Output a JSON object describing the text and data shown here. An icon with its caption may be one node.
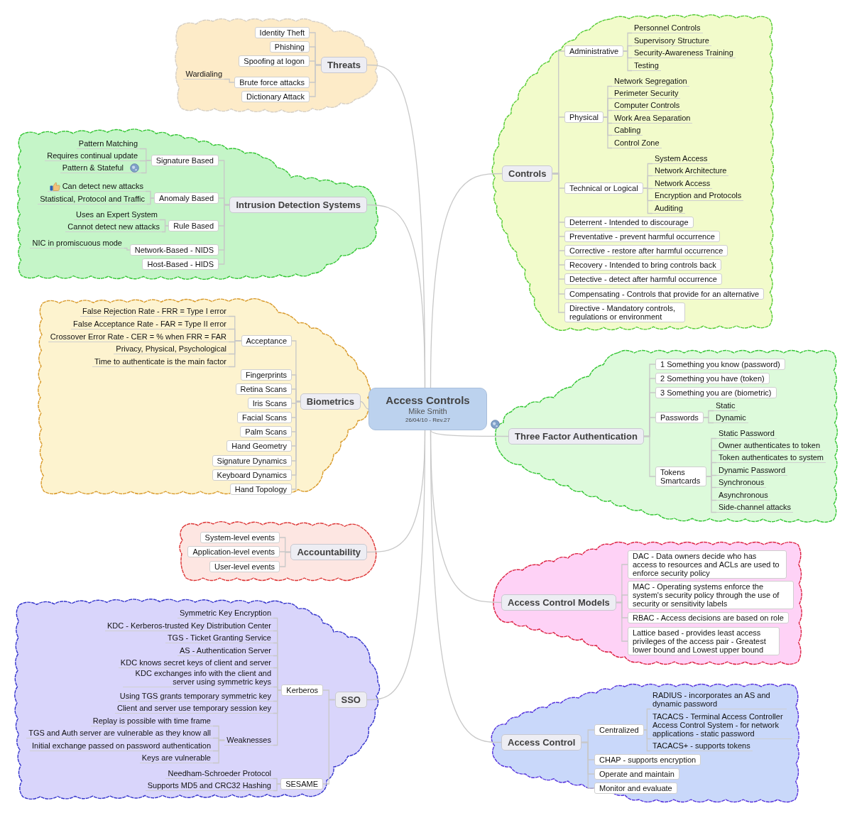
{
  "diagram": {
    "nodes": [
      {
        "text": [
          "Access Controls",
          "Mike Smith",
          "26/04/10 - Rev.27"
        ]
      },
      {
        "text": [],
        "shape": "cloud"
      },
      {
        "text": [
          "Threats"
        ],
        "in": 1
      },
      {
        "text": [
          "Identity Theft"
        ],
        "in": 1
      },
      {
        "text": [
          "Phishing"
        ],
        "in": 1
      },
      {
        "text": [
          "Spoofing at logon"
        ],
        "in": 1
      },
      {
        "text": [
          "Brute force attacks"
        ],
        "in": 1
      },
      {
        "text": [
          "Wardialing"
        ],
        "in": 1
      },
      {
        "text": [
          "Dictionary Attack"
        ],
        "in": 1
      },
      {
        "text": [],
        "shape": "cloud"
      },
      {
        "text": [
          "Intrusion Detection Systems"
        ],
        "in": 9
      },
      {
        "text": [
          "Signature Based"
        ],
        "in": 9
      },
      {
        "text": [
          "Pattern Matching"
        ],
        "in": 9
      },
      {
        "text": [
          "Requires continual update"
        ],
        "in": 9
      },
      {
        "text": [
          "Pattern & Stateful"
        ],
        "in": 9
      },
      {
        "text": [
          "Anomaly Based"
        ],
        "in": 9
      },
      {
        "text": [
          "Can detect new attacks"
        ],
        "in": 9
      },
      {
        "text": [
          "Statistical, Protocol and Traffic"
        ],
        "in": 9
      },
      {
        "text": [
          "Rule Based"
        ],
        "in": 9
      },
      {
        "text": [
          "Uses an Expert System"
        ],
        "in": 9
      },
      {
        "text": [
          "Cannot detect new attacks"
        ],
        "in": 9
      },
      {
        "text": [
          "Network-Based - NIDS"
        ],
        "in": 9
      },
      {
        "text": [
          "NIC in promiscuous mode"
        ],
        "in": 9
      },
      {
        "text": [
          "Host-Based - HIDS"
        ],
        "in": 9
      },
      {
        "text": [],
        "shape": "cloud"
      },
      {
        "text": [
          "Biometrics"
        ],
        "in": 24
      },
      {
        "text": [
          "Acceptance"
        ],
        "in": 24
      },
      {
        "text": [
          "False Rejection Rate - FRR = Type I error"
        ],
        "in": 24
      },
      {
        "text": [
          "False Acceptance Rate - FAR = Type II error"
        ],
        "in": 24
      },
      {
        "text": [
          "Crossover Error Rate - CER = % when FRR = FAR"
        ],
        "in": 24
      },
      {
        "text": [
          "Privacy, Physical, Psychological"
        ],
        "in": 24
      },
      {
        "text": [
          "Time to authenticate is the main factor"
        ],
        "in": 24
      },
      {
        "text": [
          "Fingerprints"
        ],
        "in": 24
      },
      {
        "text": [
          "Retina Scans"
        ],
        "in": 24
      },
      {
        "text": [
          "Iris Scans"
        ],
        "in": 24
      },
      {
        "text": [
          "Facial Scans"
        ],
        "in": 24
      },
      {
        "text": [
          "Palm Scans"
        ],
        "in": 24
      },
      {
        "text": [
          "Hand Geometry"
        ],
        "in": 24
      },
      {
        "text": [
          "Signature Dynamics"
        ],
        "in": 24
      },
      {
        "text": [
          "Keyboard Dynamics"
        ],
        "in": 24
      },
      {
        "text": [
          "Hand Topology"
        ],
        "in": 24
      },
      {
        "text": [],
        "shape": "cloud"
      },
      {
        "text": [
          "Accountability"
        ],
        "in": 41
      },
      {
        "text": [
          "System-level events"
        ],
        "in": 41
      },
      {
        "text": [
          "Application-level events"
        ],
        "in": 41
      },
      {
        "text": [
          "User-level events"
        ],
        "in": 41
      },
      {
        "text": [],
        "shape": "cloud"
      },
      {
        "text": [
          "SSO"
        ],
        "in": 46
      },
      {
        "text": [
          "Kerberos"
        ],
        "in": 46
      },
      {
        "text": [
          "Symmetric Key Encryption"
        ],
        "in": 46
      },
      {
        "text": [
          "KDC - Kerberos-trusted Key Distribution Center"
        ],
        "in": 46
      },
      {
        "text": [
          "TGS - Ticket Granting Service"
        ],
        "in": 46
      },
      {
        "text": [
          "AS - Authentication Server"
        ],
        "in": 46
      },
      {
        "text": [
          "KDC knows secret keys of client and server"
        ],
        "in": 46
      },
      {
        "text": [
          "KDC exchanges info with the client and server using symmetric keys"
        ],
        "in": 46
      },
      {
        "text": [
          "Using TGS grants temporary symmetric key"
        ],
        "in": 46
      },
      {
        "text": [
          "Client and server use temporary session key"
        ],
        "in": 46
      },
      {
        "text": [
          "Weaknesses"
        ],
        "in": 46
      },
      {
        "text": [
          "Replay is possible with time frame"
        ],
        "in": 46
      },
      {
        "text": [
          "TGS and Auth server are vulnerable as they know all"
        ],
        "in": 46
      },
      {
        "text": [
          "Initial exchange passed on password authentication"
        ],
        "in": 46
      },
      {
        "text": [
          "Keys are vulnerable"
        ],
        "in": 46
      },
      {
        "text": [
          "SESAME"
        ],
        "in": 46
      },
      {
        "text": [
          "Needham-Schroeder Protocol"
        ],
        "in": 46
      },
      {
        "text": [
          "Supports MD5 and CRC32 Hashing"
        ],
        "in": 46
      },
      {
        "text": [],
        "shape": "cloud"
      },
      {
        "text": [
          "Controls"
        ],
        "in": 65
      },
      {
        "text": [
          "Administrative"
        ],
        "in": 65
      },
      {
        "text": [
          "Personnel Controls"
        ],
        "in": 65
      },
      {
        "text": [
          "Supervisory Structure"
        ],
        "in": 65
      },
      {
        "text": [
          "Security-Awareness Training"
        ],
        "in": 65
      },
      {
        "text": [
          "Testing"
        ],
        "in": 65
      },
      {
        "text": [
          "Physical"
        ],
        "in": 65
      },
      {
        "text": [
          "Network Segregation"
        ],
        "in": 65
      },
      {
        "text": [
          "Perimeter Security"
        ],
        "in": 65
      },
      {
        "text": [
          "Computer Controls"
        ],
        "in": 65
      },
      {
        "text": [
          "Work Area Separation"
        ],
        "in": 65
      },
      {
        "text": [
          "Cabling"
        ],
        "in": 65
      },
      {
        "text": [
          "Control Zone"
        ],
        "in": 65
      },
      {
        "text": [
          "Technical or Logical"
        ],
        "in": 65
      },
      {
        "text": [
          "System Access"
        ],
        "in": 65
      },
      {
        "text": [
          "Network Architecture"
        ],
        "in": 65
      },
      {
        "text": [
          "Network Access"
        ],
        "in": 65
      },
      {
        "text": [
          "Encryption and Protocols"
        ],
        "in": 65
      },
      {
        "text": [
          "Auditing"
        ],
        "in": 65
      },
      {
        "text": [
          "Deterrent - Intended to discourage"
        ],
        "in": 65
      },
      {
        "text": [
          "Preventative - prevent harmful occurrence"
        ],
        "in": 65
      },
      {
        "text": [
          "Corrective - restore after harmful occurrence"
        ],
        "in": 65
      },
      {
        "text": [
          "Recovery - Intended to bring controls back"
        ],
        "in": 65
      },
      {
        "text": [
          "Detective - detect after harmful occurrence"
        ],
        "in": 65
      },
      {
        "text": [
          "Compensating - Controls that provide for an alternative"
        ],
        "in": 65
      },
      {
        "text": [
          "Directive - Mandatory controls, regulations or environment"
        ],
        "in": 65
      },
      {
        "text": [],
        "shape": "cloud"
      },
      {
        "text": [
          "Three Factor Authentication"
        ],
        "in": 92
      },
      {
        "text": [
          "1 Something you know (password)"
        ],
        "in": 92
      },
      {
        "text": [
          "2 Something you have (token)"
        ],
        "in": 92
      },
      {
        "text": [
          "3 Something you are (biometric)"
        ],
        "in": 92
      },
      {
        "text": [
          "Passwords"
        ],
        "in": 92
      },
      {
        "text": [
          "Static"
        ],
        "in": 92
      },
      {
        "text": [
          "Dynamic"
        ],
        "in": 92
      },
      {
        "text": [
          "Tokens Smartcards"
        ],
        "in": 92
      },
      {
        "text": [
          "Static Password"
        ],
        "in": 92
      },
      {
        "text": [
          "Owner authenticates to token"
        ],
        "in": 92
      },
      {
        "text": [
          "Token authenticates to system"
        ],
        "in": 92
      },
      {
        "text": [
          "Dynamic Password"
        ],
        "in": 92
      },
      {
        "text": [
          "Synchronous"
        ],
        "in": 92
      },
      {
        "text": [
          "Asynchronous"
        ],
        "in": 92
      },
      {
        "text": [
          "Side-channel attacks"
        ],
        "in": 92
      },
      {
        "text": [],
        "shape": "cloud"
      },
      {
        "text": [
          "Access Control Models"
        ],
        "in": 108
      },
      {
        "text": [
          "DAC - Data owners decide who has access to resources and ACLs are used to enforce security policy"
        ],
        "in": 108
      },
      {
        "text": [
          "MAC - Operating systems enforce the system's security policy through the use of security or sensitivity labels"
        ],
        "in": 108
      },
      {
        "text": [
          "RBAC - Access decisions are based on role"
        ],
        "in": 108
      },
      {
        "text": [
          "Lattice based - provides least access privileges of the access pair - Greatest lower bound and Lowest upper bound"
        ],
        "in": 108
      },
      {
        "text": [],
        "shape": "cloud"
      },
      {
        "text": [
          "Access Control"
        ],
        "in": 114
      },
      {
        "text": [
          "Centralized"
        ],
        "in": 114
      },
      {
        "text": [
          "RADIUS - incorporates an AS and dynamic password"
        ],
        "in": 114
      },
      {
        "text": [
          "TACACS - Terminal Access Controller Access Control System - for network applications - static password"
        ],
        "in": 114
      },
      {
        "text": [
          "TACACS+ - supports tokens"
        ],
        "in": 114
      },
      {
        "text": [
          "CHAP - supports encryption"
        ],
        "in": 114
      },
      {
        "text": [
          "Operate and maintain"
        ],
        "in": 114
      },
      {
        "text": [
          "Monitor and evaluate"
        ],
        "in": 114
      }
    ],
    "edges": [
      {
        "from": 0,
        "to": 2,
        "arrow": "none"
      },
      {
        "from": 2,
        "to": 3,
        "arrow": "none"
      },
      {
        "from": 2,
        "to": 4,
        "arrow": "none"
      },
      {
        "from": 2,
        "to": 5,
        "arrow": "none"
      },
      {
        "from": 2,
        "to": 6,
        "arrow": "none"
      },
      {
        "from": 6,
        "to": 7,
        "arrow": "none"
      },
      {
        "from": 2,
        "to": 8,
        "arrow": "none"
      },
      {
        "from": 0,
        "to": 10,
        "arrow": "none"
      },
      {
        "from": 10,
        "to": 11,
        "arrow": "none"
      },
      {
        "from": 11,
        "to": 12,
        "arrow": "none"
      },
      {
        "from": 11,
        "to": 13,
        "arrow": "none"
      },
      {
        "from": 11,
        "to": 14,
        "arrow": "none"
      },
      {
        "from": 10,
        "to": 15,
        "arrow": "none"
      },
      {
        "from": 15,
        "to": 16,
        "arrow": "none"
      },
      {
        "from": 15,
        "to": 17,
        "arrow": "none"
      },
      {
        "from": 10,
        "to": 18,
        "arrow": "none"
      },
      {
        "from": 18,
        "to": 19,
        "arrow": "none"
      },
      {
        "from": 18,
        "to": 20,
        "arrow": "none"
      },
      {
        "from": 10,
        "to": 21,
        "arrow": "none"
      },
      {
        "from": 21,
        "to": 22,
        "arrow": "none"
      },
      {
        "from": 10,
        "to": 23,
        "arrow": "none"
      },
      {
        "from": 0,
        "to": 25,
        "arrow": "none"
      },
      {
        "from": 25,
        "to": 26,
        "arrow": "none"
      },
      {
        "from": 26,
        "to": 27,
        "arrow": "none"
      },
      {
        "from": 26,
        "to": 28,
        "arrow": "none"
      },
      {
        "from": 26,
        "to": 29,
        "arrow": "none"
      },
      {
        "from": 26,
        "to": 30,
        "arrow": "none"
      },
      {
        "from": 26,
        "to": 31,
        "arrow": "none"
      },
      {
        "from": 25,
        "to": 32,
        "arrow": "none"
      },
      {
        "from": 25,
        "to": 33,
        "arrow": "none"
      },
      {
        "from": 25,
        "to": 34,
        "arrow": "none"
      },
      {
        "from": 25,
        "to": 35,
        "arrow": "none"
      },
      {
        "from": 25,
        "to": 36,
        "arrow": "none"
      },
      {
        "from": 25,
        "to": 37,
        "arrow": "none"
      },
      {
        "from": 25,
        "to": 38,
        "arrow": "none"
      },
      {
        "from": 25,
        "to": 39,
        "arrow": "none"
      },
      {
        "from": 25,
        "to": 40,
        "arrow": "none"
      },
      {
        "from": 0,
        "to": 42,
        "arrow": "none"
      },
      {
        "from": 42,
        "to": 43,
        "arrow": "none"
      },
      {
        "from": 42,
        "to": 44,
        "arrow": "none"
      },
      {
        "from": 42,
        "to": 45,
        "arrow": "none"
      },
      {
        "from": 0,
        "to": 47,
        "arrow": "none"
      },
      {
        "from": 47,
        "to": 48,
        "arrow": "none"
      },
      {
        "from": 48,
        "to": 49,
        "arrow": "none"
      },
      {
        "from": 48,
        "to": 50,
        "arrow": "none"
      },
      {
        "from": 48,
        "to": 51,
        "arrow": "none"
      },
      {
        "from": 48,
        "to": 52,
        "arrow": "none"
      },
      {
        "from": 48,
        "to": 53,
        "arrow": "none"
      },
      {
        "from": 48,
        "to": 54,
        "arrow": "none"
      },
      {
        "from": 48,
        "to": 55,
        "arrow": "none"
      },
      {
        "from": 48,
        "to": 56,
        "arrow": "none"
      },
      {
        "from": 48,
        "to": 57,
        "arrow": "none"
      },
      {
        "from": 57,
        "to": 58,
        "arrow": "none"
      },
      {
        "from": 57,
        "to": 59,
        "arrow": "none"
      },
      {
        "from": 57,
        "to": 60,
        "arrow": "none"
      },
      {
        "from": 57,
        "to": 61,
        "arrow": "none"
      },
      {
        "from": 47,
        "to": 62,
        "arrow": "none"
      },
      {
        "from": 62,
        "to": 63,
        "arrow": "none"
      },
      {
        "from": 62,
        "to": 64,
        "arrow": "none"
      },
      {
        "from": 0,
        "to": 66,
        "arrow": "none"
      },
      {
        "from": 66,
        "to": 67,
        "arrow": "none"
      },
      {
        "from": 67,
        "to": 68,
        "arrow": "none"
      },
      {
        "from": 67,
        "to": 69,
        "arrow": "none"
      },
      {
        "from": 67,
        "to": 70,
        "arrow": "none"
      },
      {
        "from": 67,
        "to": 71,
        "arrow": "none"
      },
      {
        "from": 66,
        "to": 72,
        "arrow": "none"
      },
      {
        "from": 72,
        "to": 73,
        "arrow": "none"
      },
      {
        "from": 72,
        "to": 74,
        "arrow": "none"
      },
      {
        "from": 72,
        "to": 75,
        "arrow": "none"
      },
      {
        "from": 72,
        "to": 76,
        "arrow": "none"
      },
      {
        "from": 72,
        "to": 77,
        "arrow": "none"
      },
      {
        "from": 72,
        "to": 78,
        "arrow": "none"
      },
      {
        "from": 66,
        "to": 79,
        "arrow": "none"
      },
      {
        "from": 79,
        "to": 80,
        "arrow": "none"
      },
      {
        "from": 79,
        "to": 81,
        "arrow": "none"
      },
      {
        "from": 79,
        "to": 82,
        "arrow": "none"
      },
      {
        "from": 79,
        "to": 83,
        "arrow": "none"
      },
      {
        "from": 79,
        "to": 84,
        "arrow": "none"
      },
      {
        "from": 66,
        "to": 85,
        "arrow": "none"
      },
      {
        "from": 66,
        "to": 86,
        "arrow": "none"
      },
      {
        "from": 66,
        "to": 87,
        "arrow": "none"
      },
      {
        "from": 66,
        "to": 88,
        "arrow": "none"
      },
      {
        "from": 66,
        "to": 89,
        "arrow": "none"
      },
      {
        "from": 66,
        "to": 90,
        "arrow": "none"
      },
      {
        "from": 66,
        "to": 91,
        "arrow": "none"
      },
      {
        "from": 0,
        "to": 93,
        "arrow": "none"
      },
      {
        "from": 93,
        "to": 94,
        "arrow": "none"
      },
      {
        "from": 93,
        "to": 95,
        "arrow": "none"
      },
      {
        "from": 93,
        "to": 96,
        "arrow": "none"
      },
      {
        "from": 93,
        "to": 97,
        "arrow": "none"
      },
      {
        "from": 97,
        "to": 98,
        "arrow": "none"
      },
      {
        "from": 97,
        "to": 99,
        "arrow": "none"
      },
      {
        "from": 93,
        "to": 100,
        "arrow": "none"
      },
      {
        "from": 100,
        "to": 101,
        "arrow": "none"
      },
      {
        "from": 100,
        "to": 102,
        "arrow": "none"
      },
      {
        "from": 100,
        "to": 103,
        "arrow": "none"
      },
      {
        "from": 100,
        "to": 104,
        "arrow": "none"
      },
      {
        "from": 100,
        "to": 105,
        "arrow": "none"
      },
      {
        "from": 100,
        "to": 106,
        "arrow": "none"
      },
      {
        "from": 100,
        "to": 107,
        "arrow": "none"
      },
      {
        "from": 0,
        "to": 109,
        "arrow": "none"
      },
      {
        "from": 109,
        "to": 110,
        "arrow": "none"
      },
      {
        "from": 109,
        "to": 111,
        "arrow": "none"
      },
      {
        "from": 109,
        "to": 112,
        "arrow": "none"
      },
      {
        "from": 109,
        "to": 113,
        "arrow": "none"
      },
      {
        "from": 0,
        "to": 115,
        "arrow": "none"
      },
      {
        "from": 115,
        "to": 116,
        "arrow": "none"
      },
      {
        "from": 116,
        "to": 117,
        "arrow": "none"
      },
      {
        "from": 116,
        "to": 118,
        "arrow": "none"
      },
      {
        "from": 116,
        "to": 119,
        "arrow": "none"
      },
      {
        "from": 115,
        "to": 120,
        "arrow": "none"
      },
      {
        "from": 115,
        "to": 121,
        "arrow": "none"
      },
      {
        "from": 115,
        "to": 122,
        "arrow": "none"
      }
    ]
  }
}
